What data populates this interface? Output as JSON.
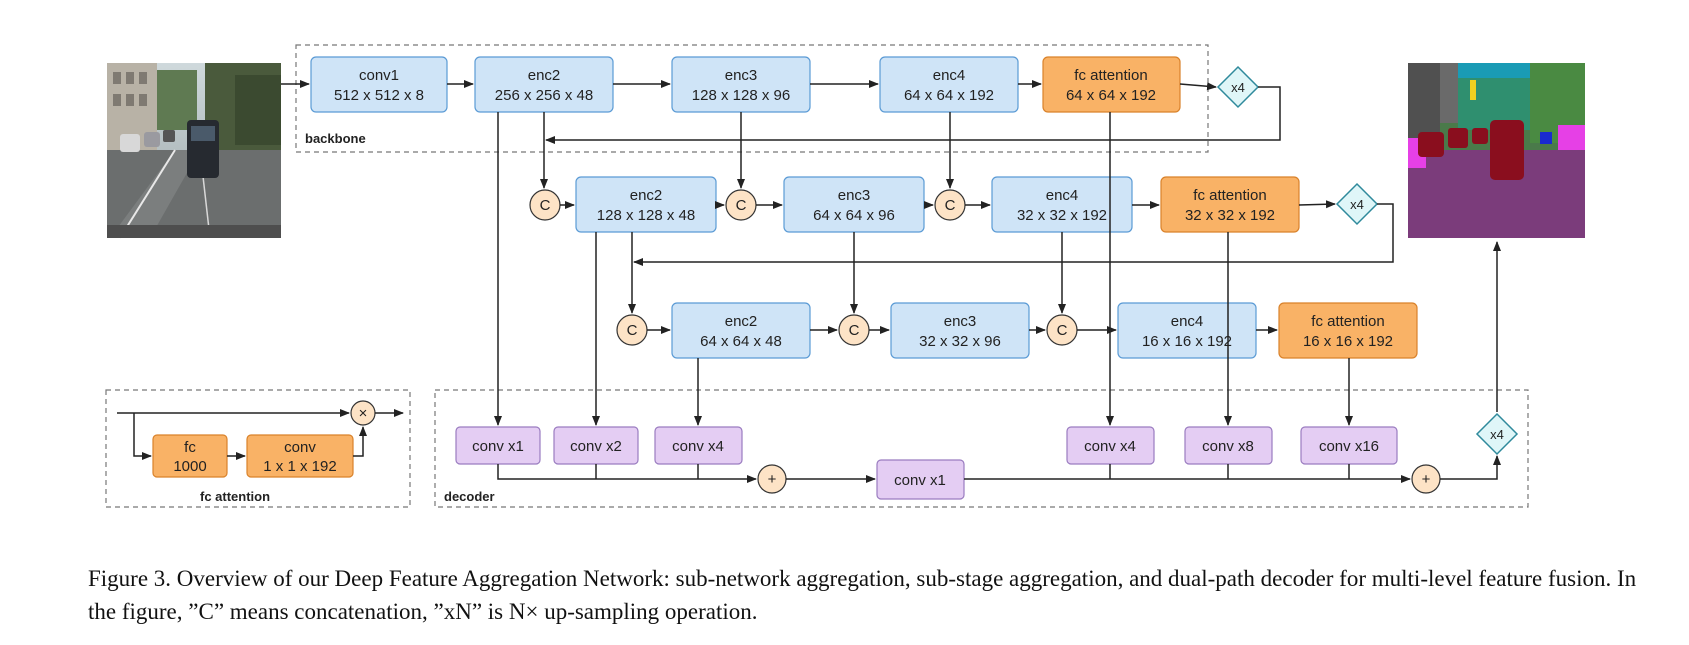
{
  "sections": {
    "backbone": "backbone",
    "decoder": "decoder",
    "fc_attention": "fc attention"
  },
  "row1": {
    "conv1": [
      "conv1",
      "512 x 512 x 8"
    ],
    "enc2": [
      "enc2",
      "256 x 256 x 48"
    ],
    "enc3": [
      "enc3",
      "128 x 128 x 96"
    ],
    "enc4": [
      "enc4",
      "64 x 64 x 192"
    ],
    "fca": [
      "fc attention",
      "64 x 64 x 192"
    ],
    "up": "x4"
  },
  "row2": {
    "enc2": [
      "enc2",
      "128 x 128 x 48"
    ],
    "enc3": [
      "enc3",
      "64 x 64 x 96"
    ],
    "enc4": [
      "enc4",
      "32 x 32 x 192"
    ],
    "fca": [
      "fc attention",
      "32 x 32 x 192"
    ],
    "up": "x4"
  },
  "row3": {
    "enc2": [
      "enc2",
      "64 x 64 x 48"
    ],
    "enc3": [
      "enc3",
      "32 x 32 x 96"
    ],
    "enc4": [
      "enc4",
      "16 x 16 x 192"
    ],
    "fca": [
      "fc attention",
      "16 x 16 x 192"
    ]
  },
  "concat": "C",
  "legend": {
    "fc": [
      "fc",
      "1000"
    ],
    "conv": [
      "conv",
      "1 x 1 x 192"
    ],
    "mult": "×"
  },
  "decoder": {
    "c1": "conv x1",
    "c2": "conv x2",
    "c3": "conv x4",
    "mid": "conv x1",
    "c4": "conv x4",
    "c5": "conv x8",
    "c6": "conv x16",
    "plus": "+",
    "up": "x4"
  },
  "caption": "Figure 3. Overview of our Deep Feature Aggregation Network: sub-network aggregation, sub-stage aggregation, and dual-path decoder for multi-level feature fusion. In the figure, ”C” means concatenation, ”xN” is N× up-sampling operation.",
  "colors": {
    "blue_fill": "#cfe4f7",
    "blue_stroke": "#5b9bd5",
    "orange_fill": "#f9b266",
    "orange_stroke": "#d9822b",
    "purple_fill": "#e4cdf3",
    "purple_stroke": "#9a7cc0",
    "circle_fill": "#fde3c6",
    "diamond_fill": "#dff6f8",
    "diamond_stroke": "#2f8a9c"
  }
}
